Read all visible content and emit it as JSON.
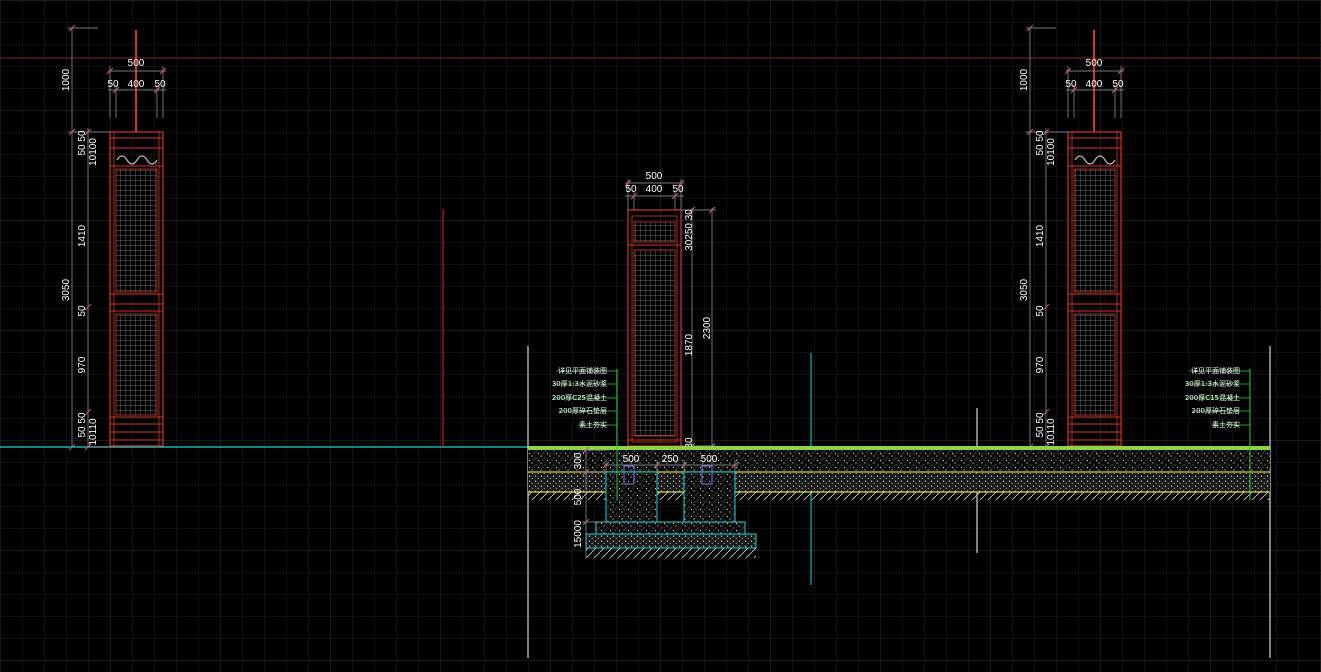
{
  "colors": {
    "background": "#000000",
    "grid": "#2a2e36",
    "grid_major": "#3a3f48",
    "frame": "#d0342c",
    "dim_line": "#9aa0a8",
    "dim_text": "#ffffff",
    "tick": "#c06070",
    "ground": "#19d7d7",
    "grass": "#8ad34a",
    "layer_yellow": "#d8d43a",
    "concrete_edge": "#19d7d7",
    "leader": "#2ecc40",
    "section_line": "#ffffff",
    "hatch": "#cfcfcf",
    "center_line": "#c91f1f"
  },
  "left_column": {
    "top_dims": {
      "total": "500",
      "left": "50",
      "mid": "400",
      "right": "50"
    },
    "left_dims": {
      "top": "1000",
      "overall": "3050",
      "segments": [
        "50 50",
        "10100",
        "1410",
        "50",
        "970",
        "50 50",
        "10110"
      ]
    }
  },
  "middle_column": {
    "top_dims": {
      "total": "500",
      "left": "50",
      "mid": "400",
      "right": "50"
    },
    "right_dims": {
      "upper": "30250 30",
      "body": "1870",
      "overall": "2300",
      "bottom": "30"
    }
  },
  "right_column": {
    "top_dims": {
      "total": "500",
      "left": "50",
      "mid": "400",
      "right": "50"
    },
    "left_dims": {
      "top": "1000",
      "overall": "3050",
      "segments": [
        "50 50",
        "10100",
        "1410",
        "50",
        "970",
        "50 50",
        "10110"
      ]
    }
  },
  "foundation": {
    "plan_dims": [
      "500",
      "250",
      "500"
    ],
    "depth_dims": [
      "300",
      "500",
      "15000"
    ]
  },
  "notes_left": [
    "详见平面铺装图",
    "30厚1:3水泥砂浆",
    "200厚C25混凝土",
    "200厚碎石垫层",
    "素土夯实"
  ],
  "notes_right": [
    "详见平面铺装图",
    "30厚1:3水泥砂浆",
    "200厚C15混凝土",
    "200厚碎石垫层",
    "素土夯实"
  ]
}
